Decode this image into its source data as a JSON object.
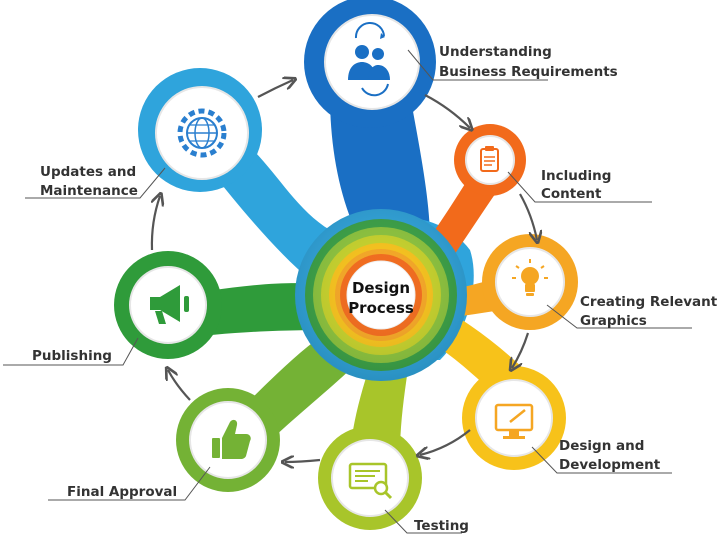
{
  "center": {
    "line1": "Design",
    "line2": "Process"
  },
  "steps": [
    {
      "line1": "Understanding",
      "line2": "Business Requirements",
      "icon": "users-sync-icon",
      "color": "#1a6fc4"
    },
    {
      "line1": "Including",
      "line2": "Content",
      "icon": "clipboard-icon",
      "color": "#f26a1b"
    },
    {
      "line1": "Creating Relevant",
      "line2": "Graphics",
      "icon": "lightbulb-icon",
      "color": "#f5a623"
    },
    {
      "line1": "Design and",
      "line2": "Development",
      "icon": "monitor-design-icon",
      "color": "#f7c21a"
    },
    {
      "line1": "Testing",
      "line2": "",
      "icon": "document-search-icon",
      "color": "#a8c52a"
    },
    {
      "line1": "Final Approval",
      "line2": "",
      "icon": "thumbs-up-icon",
      "color": "#74b235"
    },
    {
      "line1": "Publishing",
      "line2": "",
      "icon": "megaphone-icon",
      "color": "#2f9b3a"
    },
    {
      "line1": "Updates and",
      "line2": "Maintenance",
      "icon": "globe-gear-icon",
      "color": "#2fa4dc"
    }
  ]
}
